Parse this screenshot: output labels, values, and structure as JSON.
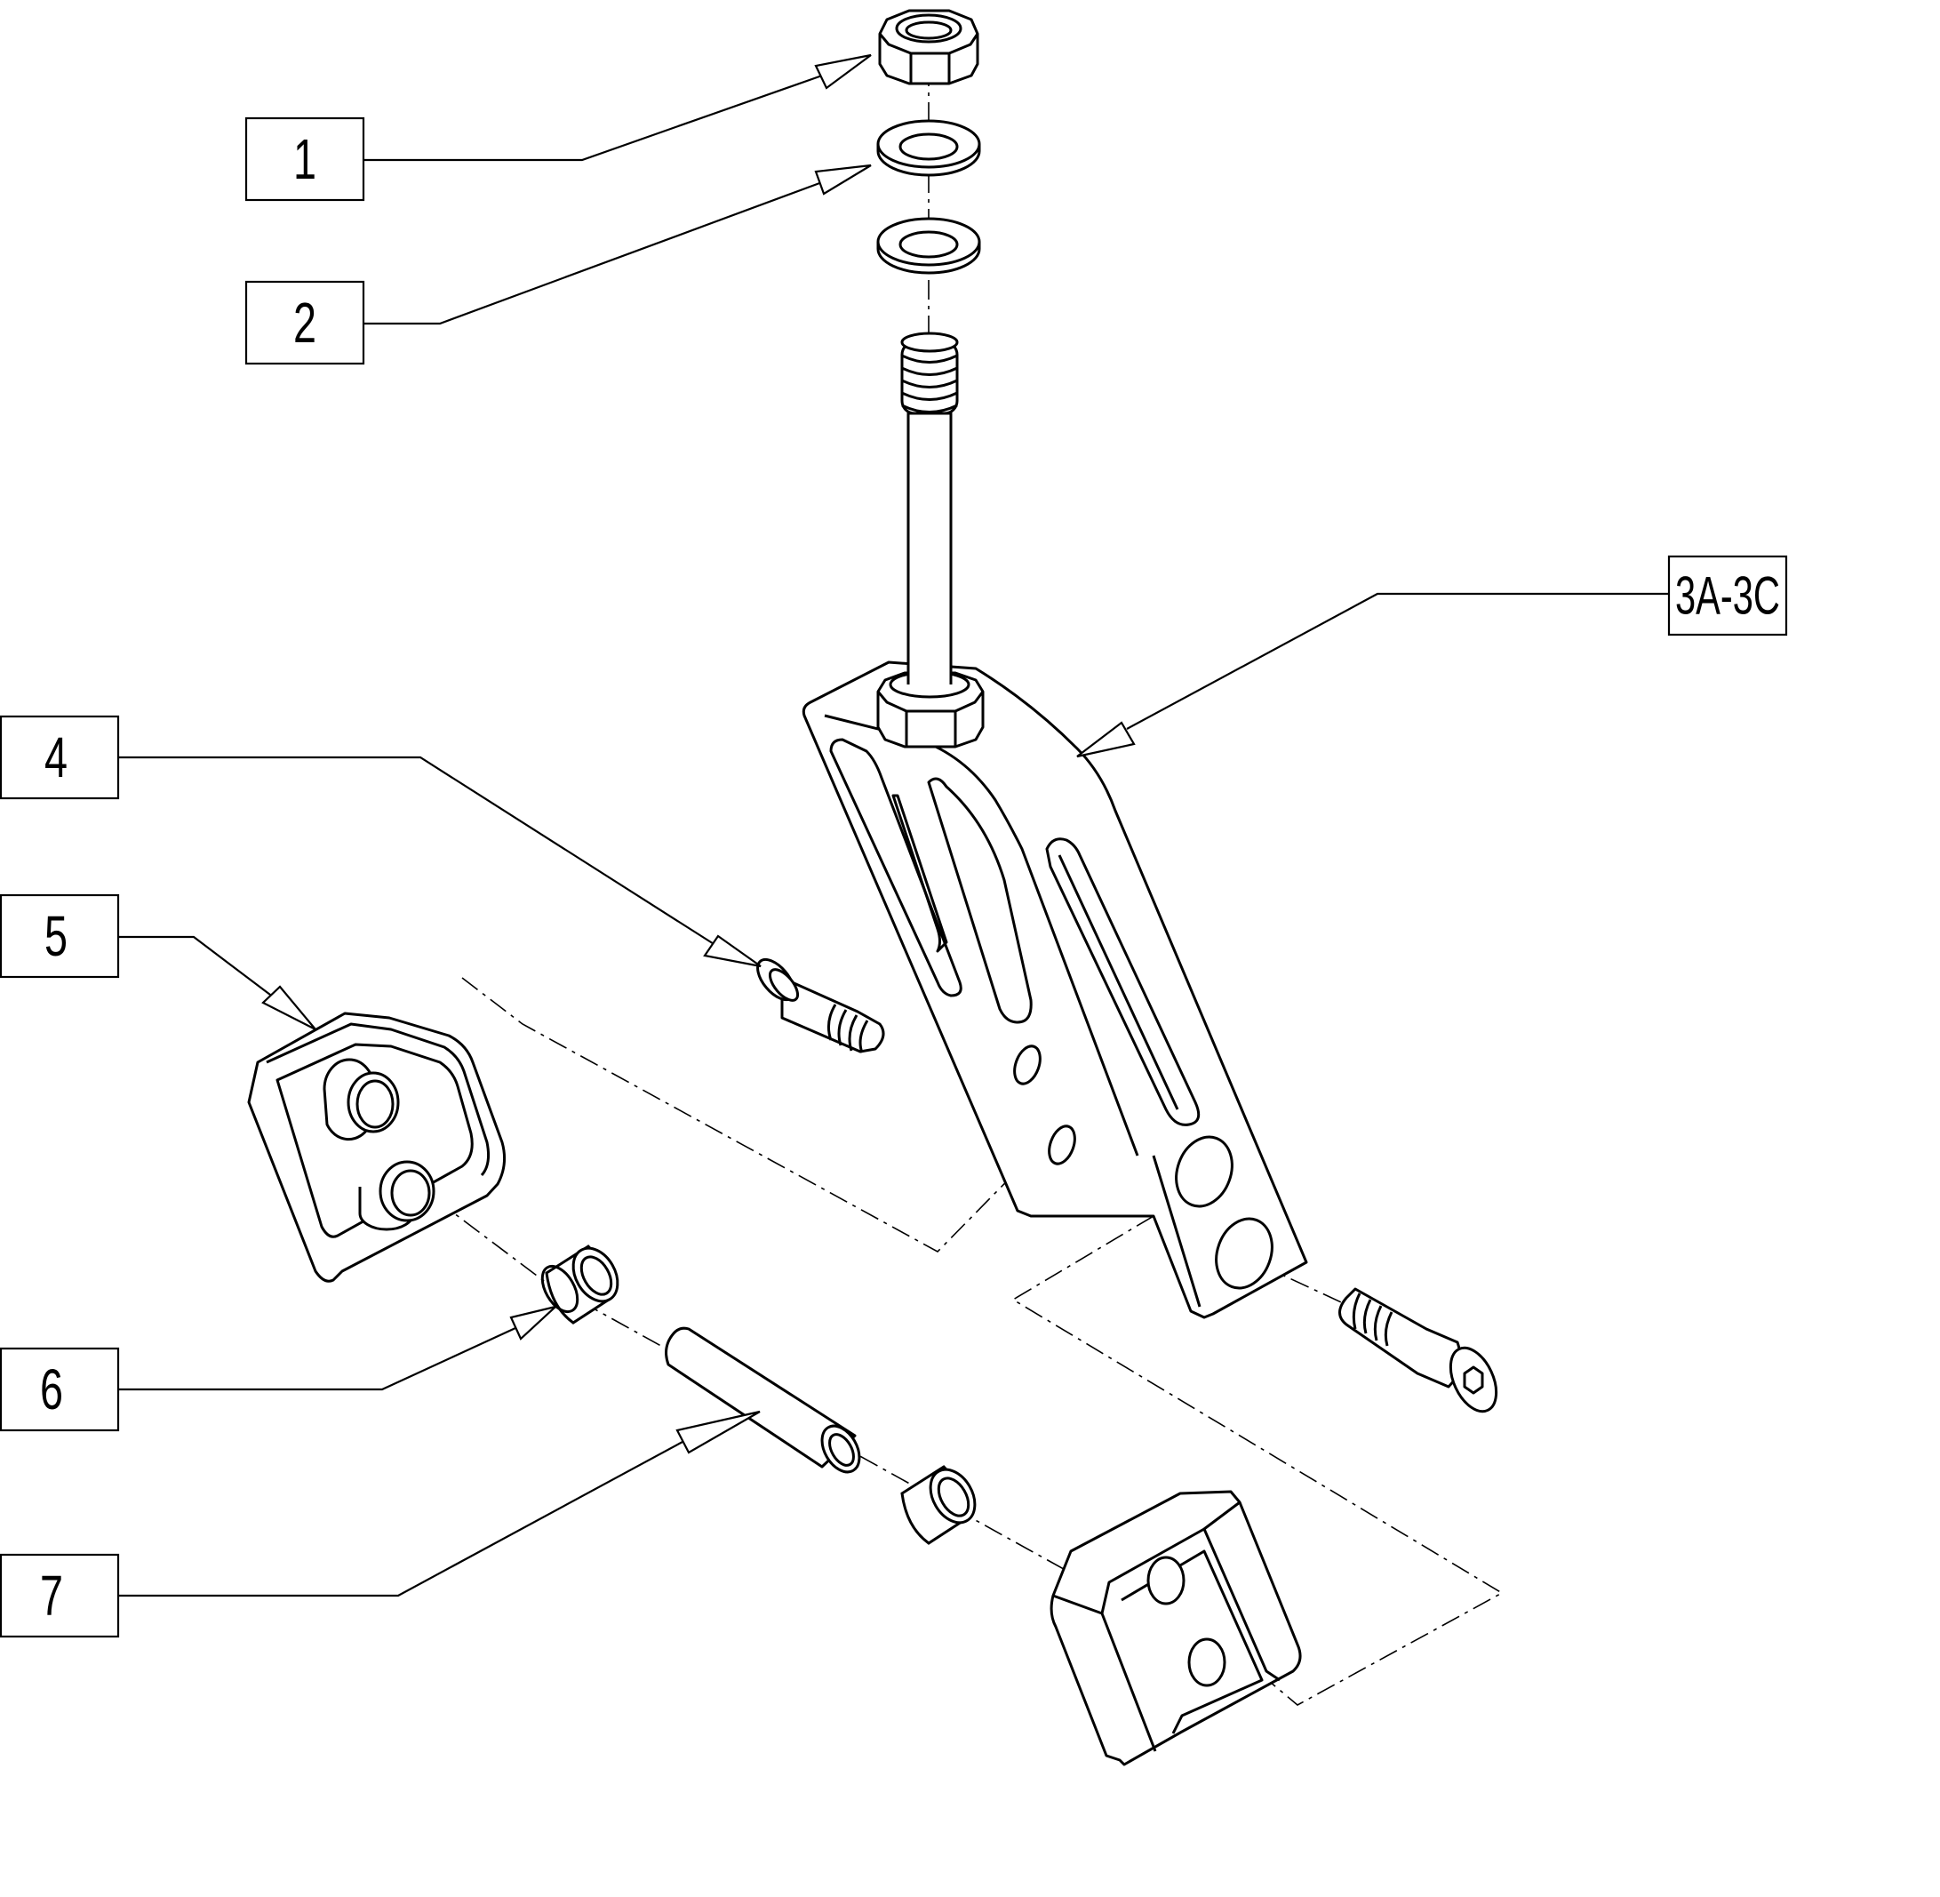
{
  "diagram": {
    "callouts": [
      {
        "id": "1",
        "label": "1"
      },
      {
        "id": "2",
        "label": "2"
      },
      {
        "id": "3",
        "label": "3A-3C"
      },
      {
        "id": "4",
        "label": "4"
      },
      {
        "id": "5",
        "label": "5"
      },
      {
        "id": "6",
        "label": "6"
      },
      {
        "id": "7",
        "label": "7"
      }
    ]
  }
}
